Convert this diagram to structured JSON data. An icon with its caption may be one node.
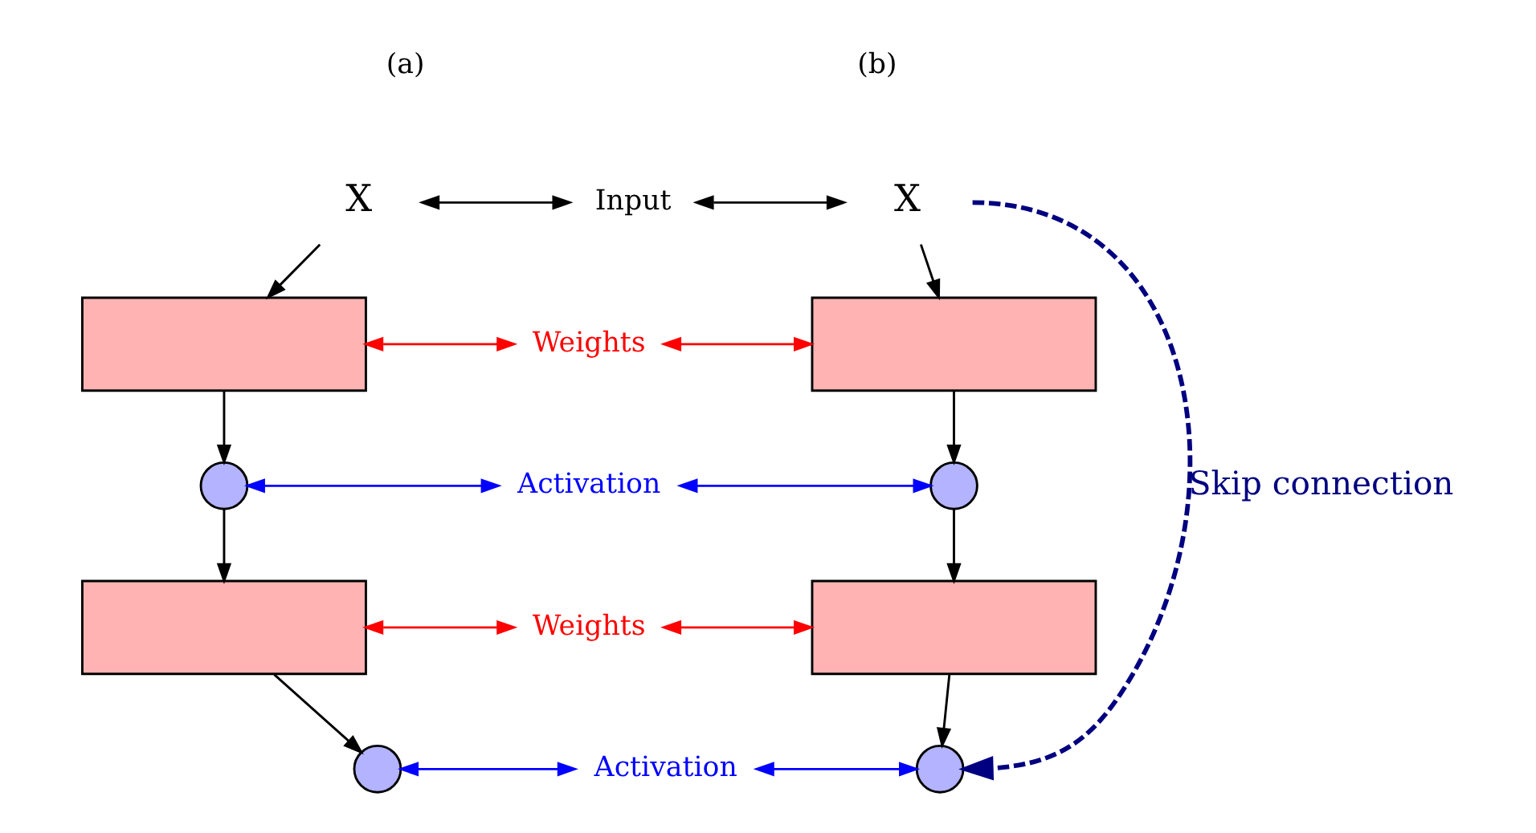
{
  "diagram": {
    "nodes": [
      {
        "text": [
          "X"
        ]
      },
      {
        "text": [],
        "shape": "box"
      },
      {
        "text": [],
        "shape": "circle"
      },
      {
        "text": [],
        "shape": "box"
      },
      {
        "text": [],
        "shape": "circle"
      },
      {
        "text": [
          "X"
        ]
      },
      {
        "text": [],
        "shape": "box"
      },
      {
        "text": [],
        "shape": "circle"
      },
      {
        "text": [],
        "shape": "box"
      },
      {
        "text": [],
        "shape": "circle"
      },
      {
        "text": [
          "Input"
        ]
      },
      {
        "text": [
          "Weights"
        ]
      },
      {
        "text": [
          "Activation"
        ]
      },
      {
        "text": [
          "Weights"
        ]
      },
      {
        "text": [
          "Activation"
        ]
      }
    ],
    "edges": [
      {
        "from": 0,
        "to": 1,
        "arrow": "to"
      },
      {
        "from": 1,
        "to": 2,
        "arrow": "to"
      },
      {
        "from": 2,
        "to": 3,
        "arrow": "to"
      },
      {
        "from": 3,
        "to": 4,
        "arrow": "to"
      },
      {
        "from": 5,
        "to": 6,
        "arrow": "to"
      },
      {
        "from": 6,
        "to": 7,
        "arrow": "to"
      },
      {
        "from": 7,
        "to": 8,
        "arrow": "to"
      },
      {
        "from": 8,
        "to": 9,
        "arrow": "to"
      },
      {
        "from": 0,
        "to": 10,
        "arrow": "both"
      },
      {
        "from": 10,
        "to": 5,
        "arrow": "both"
      },
      {
        "from": 1,
        "to": 11,
        "arrow": "both",
        "color": "#ff0000"
      },
      {
        "from": 11,
        "to": 6,
        "arrow": "both",
        "color": "#ff0000"
      },
      {
        "from": 2,
        "to": 12,
        "arrow": "both",
        "color": "#0000ff"
      },
      {
        "from": 12,
        "to": 7,
        "arrow": "both",
        "color": "#0000ff"
      },
      {
        "from": 3,
        "to": 13,
        "arrow": "both",
        "color": "#ff0000"
      },
      {
        "from": 13,
        "to": 8,
        "arrow": "both",
        "color": "#ff0000"
      },
      {
        "from": 4,
        "to": 14,
        "arrow": "both",
        "color": "#0000ff"
      },
      {
        "from": 14,
        "to": 9,
        "arrow": "both",
        "color": "#0000ff"
      },
      {
        "from": 5,
        "to": 9,
        "arrow": "to",
        "style": "dashed",
        "color": "#000080",
        "label": "Skip connection"
      }
    ],
    "labels": [
      "(a)",
      "(b)"
    ]
  }
}
